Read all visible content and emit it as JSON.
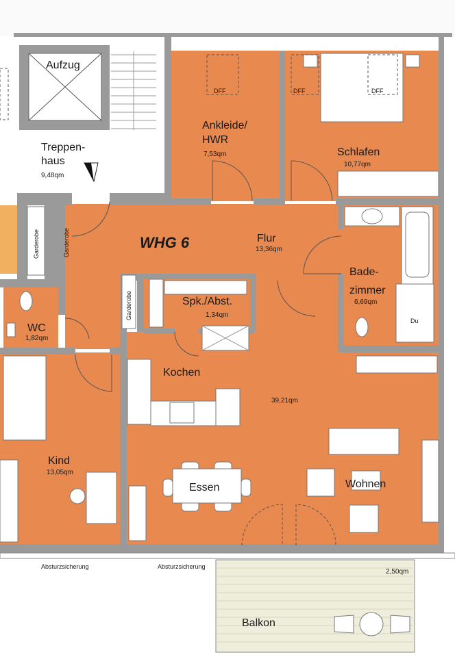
{
  "plan": {
    "title": "WHG 6",
    "rooms": {
      "elevator": {
        "label": "Aufzug"
      },
      "stairwell": {
        "label_1": "Treppen-",
        "label_2": "haus",
        "area": "9,48qm"
      },
      "dressing": {
        "label_1": "Ankleide/",
        "label_2": "HWR",
        "area": "7,53qm"
      },
      "bedroom": {
        "label": "Schlafen",
        "area": "10,77qm"
      },
      "hall": {
        "label": "Flur",
        "area": "13,36qm"
      },
      "bathroom": {
        "label_1": "Bade-",
        "label_2": "zimmer",
        "area": "6,69qm",
        "shower": "Du"
      },
      "wc": {
        "label": "WC",
        "area": "1,82qm"
      },
      "pantry": {
        "label": "Spk./Abst.",
        "area": "1,34qm"
      },
      "kitchen": {
        "label": "Kochen"
      },
      "living": {
        "area": "39,21qm",
        "dining": "Essen",
        "living": "Wohnen"
      },
      "child": {
        "label": "Kind",
        "area": "13,05qm"
      },
      "balcony": {
        "label": "Balkon",
        "area": "2,50qm"
      }
    },
    "annotations": {
      "dff_1": "DFF",
      "dff_2": "DFF",
      "dff_3": "DFF",
      "garderobe_1": "Garderobe",
      "garderobe_2": "Garderobe",
      "garderobe_3": "Garderobe",
      "fall_protection_1": "Absturzsicherung",
      "fall_protection_2": "Absturzsicherung"
    },
    "colors": {
      "room": "#e8894f",
      "wall": "#9a9a9a",
      "balcony": "#efeedd"
    }
  }
}
